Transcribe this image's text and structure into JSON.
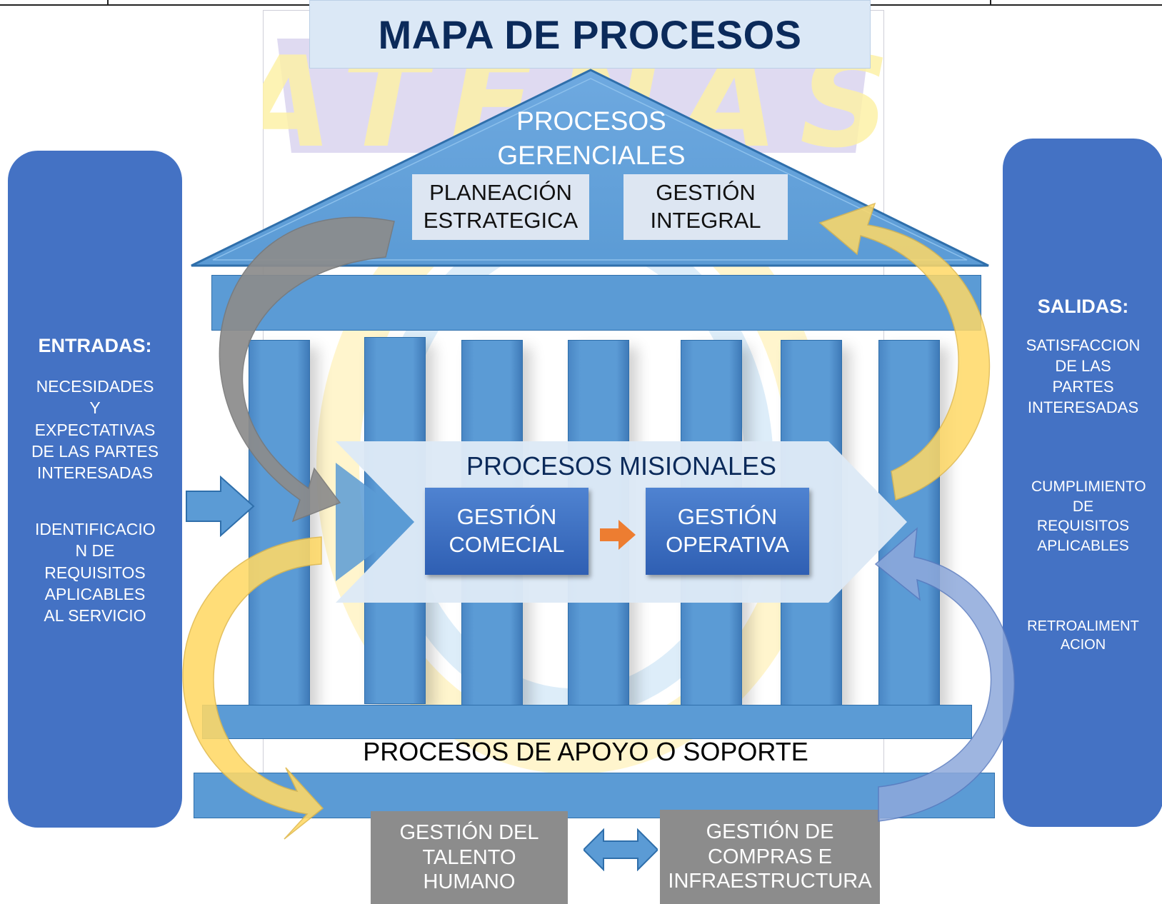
{
  "title": "MAPA DE PROCESOS",
  "gerenciales": {
    "label": "PROCESOS GERENCIALES",
    "boxes": [
      "PLANEACIÓN ESTRATEGICA",
      "GESTIÓN INTEGRAL"
    ]
  },
  "misionales": {
    "label": "PROCESOS MISIONALES",
    "boxes": [
      "GESTIÓN COMECIAL",
      "GESTIÓN OPERATIVA"
    ]
  },
  "apoyo": {
    "label": "PROCESOS DE APOYO O SOPORTE",
    "boxes": [
      "GESTIÓN DEL TALENTO HUMANO",
      "GESTIÓN DE COMPRAS E INFRAESTRUCTURA"
    ]
  },
  "entradas": {
    "heading": "ENTRADAS:",
    "items": [
      "NECESIDADES Y EXPECTATIVAS DE LAS PARTES INTERESADAS",
      "IDENTIFICACIO N DE REQUISITOS APLICABLES AL SERVICIO"
    ]
  },
  "salidas": {
    "heading": "SALIDAS:",
    "items": [
      "SATISFACCION DE LAS PARTES INTERESADAS",
      "CUMPLIMIENTO DE REQUISITOS APLICABLES",
      "RETROALIMENT ACION"
    ]
  },
  "logo_text": "ATENAS",
  "colors": {
    "panel_blue": "#4472c4",
    "structure_blue": "#5b9bd5",
    "title_navy": "#0b2a5a",
    "arrow_orange": "#ed7d31",
    "arrow_yellow": "#ffd966",
    "arrow_gray": "#8c8c8c",
    "arrow_lavender": "#8ea9db",
    "support_gray": "#8c8c8c"
  }
}
